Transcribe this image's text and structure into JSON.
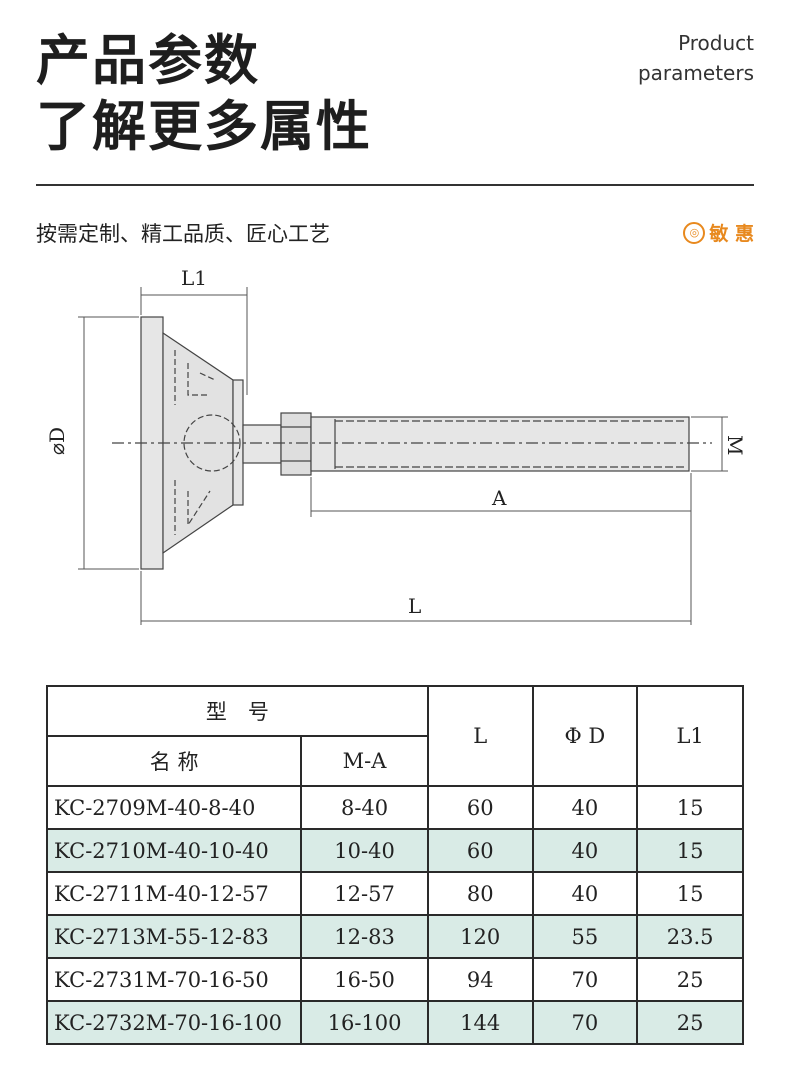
{
  "header": {
    "title_line1": "产品参数",
    "title_line2": "了解更多属性",
    "en_line1": "Product",
    "en_line2": "parameters"
  },
  "tagline": "按需定制、精工品质、匠心工艺",
  "brand": {
    "icon": "brand-logo-icon",
    "name": "敏 惠",
    "color": "#e8891e"
  },
  "drawing": {
    "labels": {
      "L1": "L1",
      "D": "⌀D",
      "M": "M",
      "A": "A",
      "L": "L"
    }
  },
  "table": {
    "header": {
      "model": "型　号",
      "name": "名 称",
      "ma": "M-A",
      "L": "L",
      "D": "Φ D",
      "L1": "L1"
    },
    "rows": [
      {
        "name": "KC-2709M-40-8-40",
        "ma": "8-40",
        "L": "60",
        "D": "40",
        "L1": "15"
      },
      {
        "name": "KC-2710M-40-10-40",
        "ma": "10-40",
        "L": "60",
        "D": "40",
        "L1": "15"
      },
      {
        "name": "KC-2711M-40-12-57",
        "ma": "12-57",
        "L": "80",
        "D": "40",
        "L1": "15"
      },
      {
        "name": "KC-2713M-55-12-83",
        "ma": "12-83",
        "L": "120",
        "D": "55",
        "L1": "23.5"
      },
      {
        "name": "KC-2731M-70-16-50",
        "ma": "16-50",
        "L": "94",
        "D": "70",
        "L1": "25"
      },
      {
        "name": "KC-2732M-70-16-100",
        "ma": "16-100",
        "L": "144",
        "D": "70",
        "L1": "25"
      }
    ],
    "alt_row_color": "#d9ebe6"
  }
}
